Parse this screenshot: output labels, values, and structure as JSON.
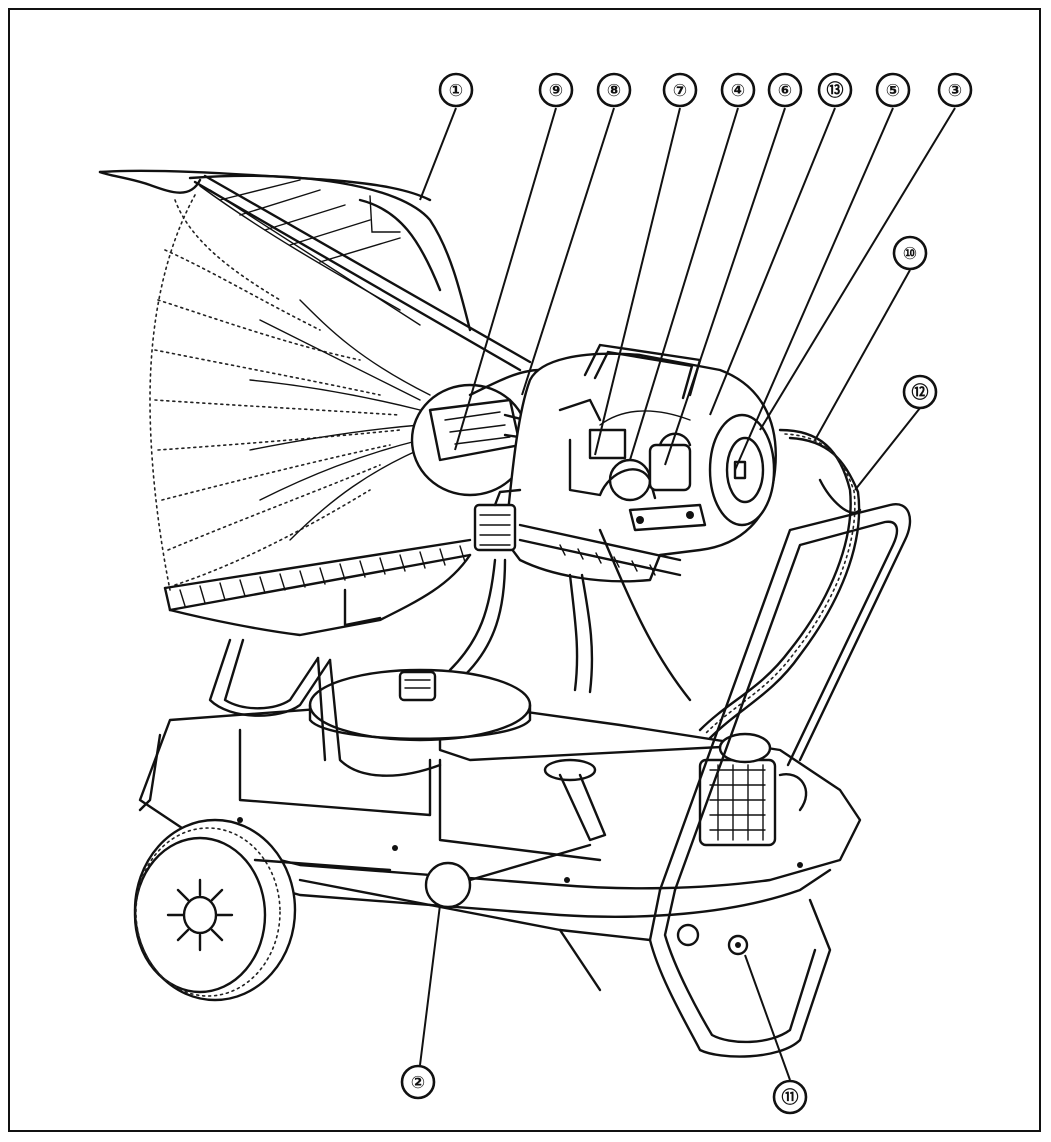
{
  "diagram": {
    "callouts": [
      {
        "id": "c1",
        "label": "①"
      },
      {
        "id": "c9",
        "label": "⑨"
      },
      {
        "id": "c8",
        "label": "⑧"
      },
      {
        "id": "c7",
        "label": "⑦"
      },
      {
        "id": "c4",
        "label": "④"
      },
      {
        "id": "c6",
        "label": "⑥"
      },
      {
        "id": "c13",
        "label": "⑬"
      },
      {
        "id": "c5",
        "label": "⑤"
      },
      {
        "id": "c3",
        "label": "③"
      },
      {
        "id": "c10",
        "label": "⑩"
      },
      {
        "id": "c12",
        "label": "⑫"
      },
      {
        "id": "c2",
        "label": "②"
      },
      {
        "id": "c11",
        "label": "⑪"
      }
    ]
  }
}
